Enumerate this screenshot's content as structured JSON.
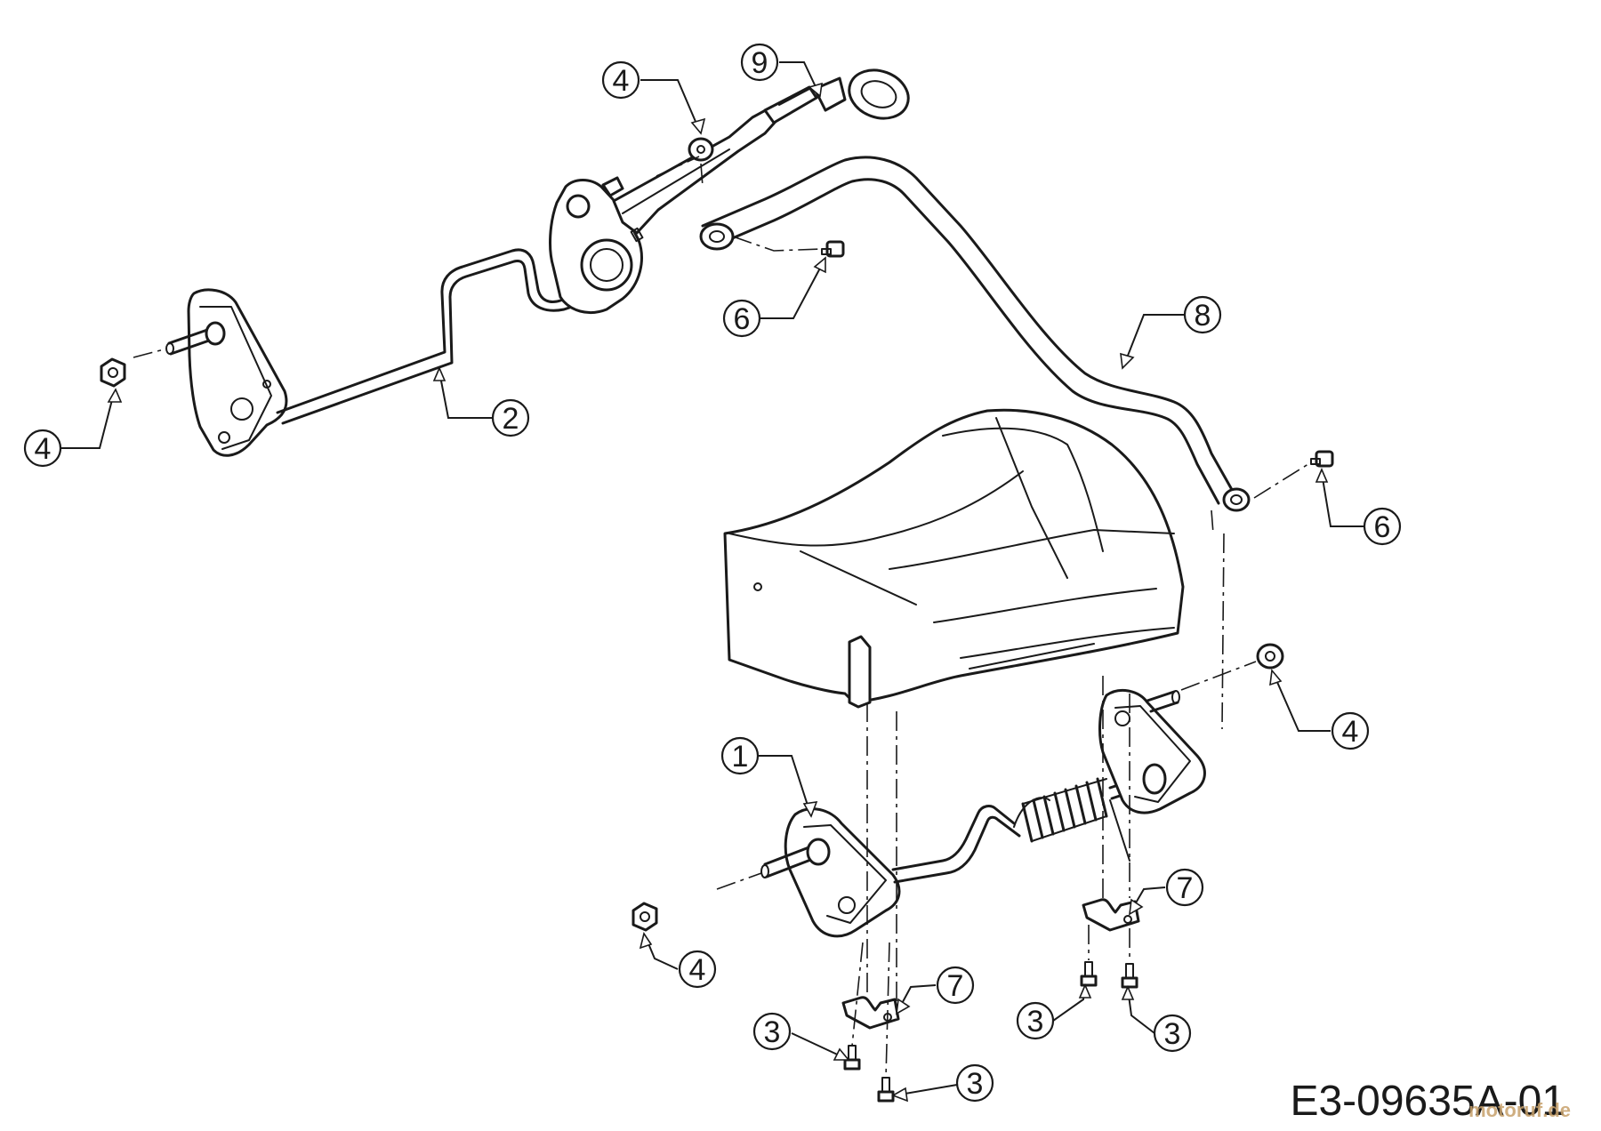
{
  "diagram": {
    "code": "E3-09635A-01",
    "watermark": "motoruf.de",
    "callouts": [
      {
        "id": "c-1",
        "label": "1"
      },
      {
        "id": "c-2",
        "label": "2"
      },
      {
        "id": "c-3a",
        "label": "3"
      },
      {
        "id": "c-3b",
        "label": "3"
      },
      {
        "id": "c-3c",
        "label": "3"
      },
      {
        "id": "c-3d",
        "label": "3"
      },
      {
        "id": "c-4a",
        "label": "4"
      },
      {
        "id": "c-4b",
        "label": "4"
      },
      {
        "id": "c-4c",
        "label": "4"
      },
      {
        "id": "c-4d",
        "label": "4"
      },
      {
        "id": "c-6a",
        "label": "6"
      },
      {
        "id": "c-6b",
        "label": "6"
      },
      {
        "id": "c-7a",
        "label": "7"
      },
      {
        "id": "c-7b",
        "label": "7"
      },
      {
        "id": "c-8",
        "label": "8"
      },
      {
        "id": "c-9",
        "label": "9"
      }
    ]
  }
}
